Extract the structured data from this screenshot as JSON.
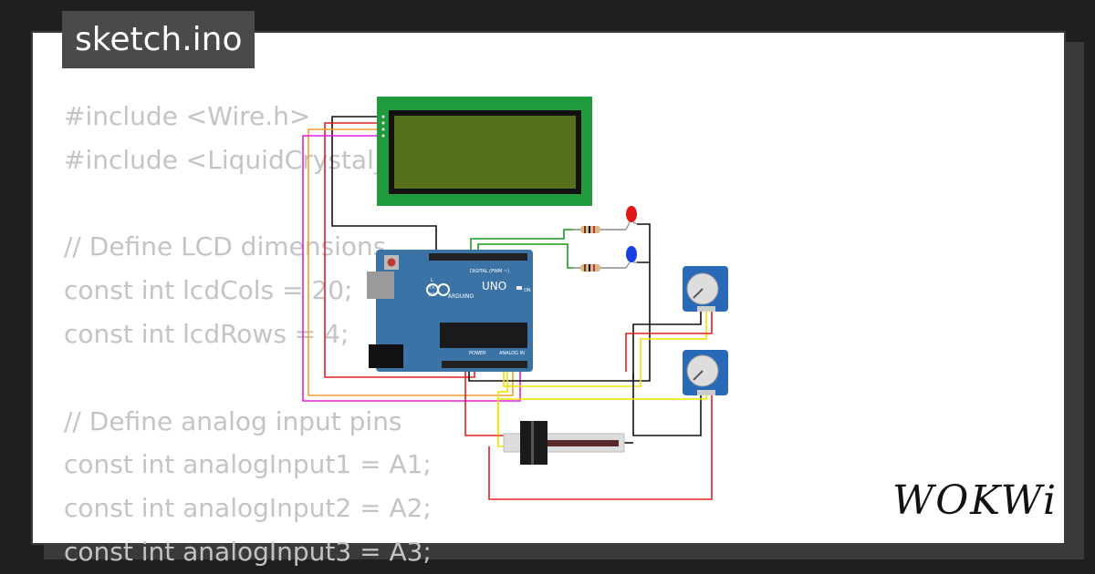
{
  "title": "sketch.ino",
  "brand": "WOKWi",
  "code_lines": [
    "#include <Wire.h>",
    "#include <LiquidCrystal_I2C.h>",
    "",
    "// Define LCD dimensions",
    "const int lcdCols = 20;",
    "const int lcdRows = 4;",
    "",
    "// Define analog input pins",
    "const int analogInput1 = A1;",
    "const int analogInput2 = A2;",
    "const int analogInput3 = A3;"
  ],
  "board": {
    "brand_label": "ARDUINO",
    "model_label": "UNO",
    "digital_label": "DIGITAL (PWM ~)",
    "analog_label": "ANALOG IN",
    "power_label": "POWER",
    "on_label": "ON",
    "tx_label": "TX",
    "rx_label": "RX",
    "l_label": "L"
  },
  "colors": {
    "background": "#1f1f1f",
    "card": "#ffffff",
    "title_bg": "#4a4a4a",
    "code_text": "#c4c4c4",
    "lcd_board": "#1f9a3c",
    "lcd_screen": "#56701a",
    "arduino": "#3b73a6",
    "wire_red": "#e02020",
    "wire_black": "#111111",
    "wire_yellow": "#f2e000",
    "wire_magenta": "#e020e0",
    "wire_orange": "#f0a030",
    "wire_green": "#1a9a1a"
  }
}
